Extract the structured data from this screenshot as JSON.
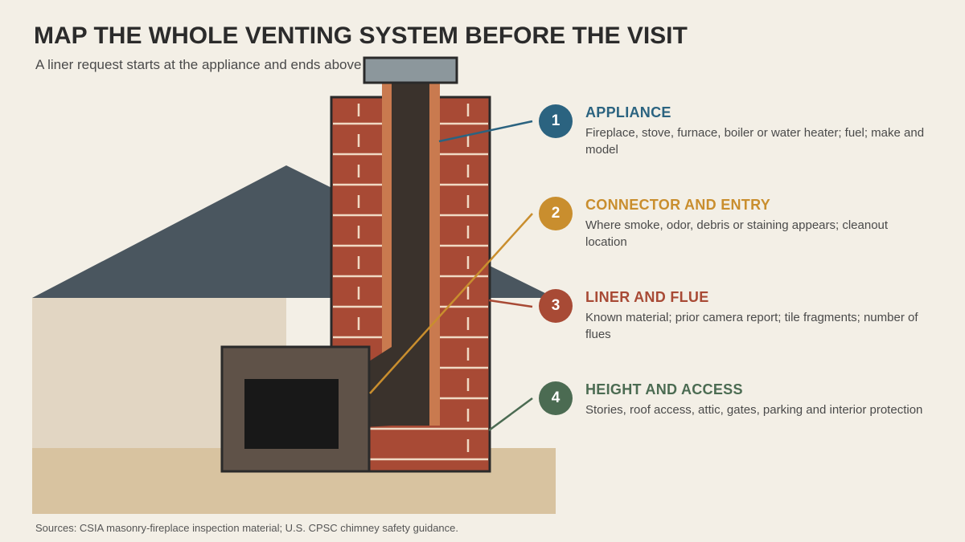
{
  "header": {
    "title": "MAP THE WHOLE VENTING SYSTEM BEFORE THE VISIT",
    "subtitle": "A liner request starts at the appliance and ends above the roof."
  },
  "callouts": [
    {
      "number": "1",
      "title": "APPLIANCE",
      "text": "Fireplace, stove, furnace, boiler or water heater; fuel; make and model",
      "color": "#2b6380"
    },
    {
      "number": "2",
      "title": "CONNECTOR AND ENTRY",
      "text": "Where smoke, odor, debris or staining appears; cleanout location",
      "color": "#c98e2e"
    },
    {
      "number": "3",
      "title": "LINER AND FLUE",
      "text": "Known material; prior camera report; tile fragments; number of flues",
      "color": "#a84a35"
    },
    {
      "number": "4",
      "title": "HEIGHT AND ACCESS",
      "text": "Stories, roof access, attic, gates, parking and interior protection",
      "color": "#4b6b52"
    }
  ],
  "footer": {
    "sources": "Sources: CSIA masonry-fireplace inspection material; U.S. CPSC chimney safety guidance."
  },
  "colors": {
    "background": "#f3efe6",
    "roof": "#4a565f",
    "wall": "#e2d6c3",
    "ground": "#d8c3a0",
    "brick": "#a84a35",
    "mortar": "#f0d9c4",
    "flue": "#3a322c",
    "liner_edge": "#c97a4f",
    "cap": "#8c979c",
    "firebox": "#5f5248",
    "opening": "#181818"
  }
}
